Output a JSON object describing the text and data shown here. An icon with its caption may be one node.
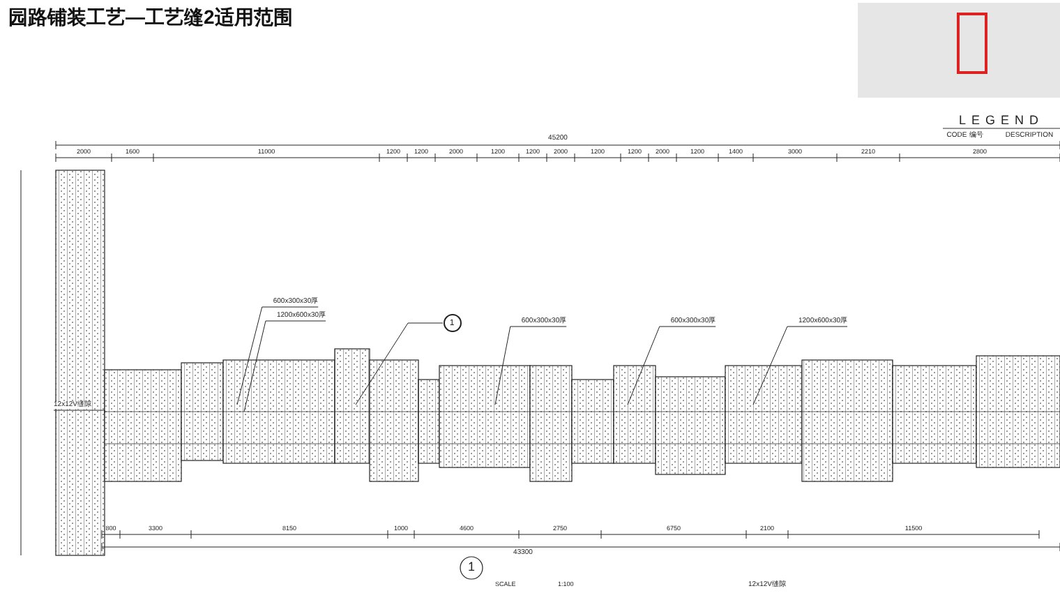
{
  "diagram": {
    "title": "园路铺装工艺—工艺缝2适用范围",
    "nodes": [
      {
        "text": [
          "600x300x30厚"
        ]
      },
      {
        "text": [
          "1200x600x30厚"
        ]
      },
      {
        "text": [
          "1"
        ]
      },
      {
        "text": [
          "600x300x30厚"
        ]
      },
      {
        "text": [
          "600x300x30厚"
        ]
      },
      {
        "text": [
          "1200x600x30厚"
        ]
      },
      {
        "text": [
          "12x12V缝隙"
        ]
      }
    ],
    "edges": [
      {
        "from": 0,
        "to": null,
        "arrow": "none"
      },
      {
        "from": 1,
        "to": null,
        "arrow": "none"
      },
      {
        "from": 2,
        "to": null,
        "arrow": "none"
      },
      {
        "from": 3,
        "to": null,
        "arrow": "none"
      },
      {
        "from": 4,
        "to": null,
        "arrow": "none"
      },
      {
        "from": 5,
        "to": null,
        "arrow": "none"
      },
      {
        "from": 6,
        "to": null,
        "arrow": "none"
      }
    ],
    "labels": [
      "LEGEND",
      "CODE",
      "编号",
      "DESCRIPTION",
      "45200",
      "2000",
      "1600",
      "11000",
      "1200",
      "1200",
      "2000",
      "1200",
      "1200",
      "2000",
      "1200",
      "1200",
      "2000",
      "1200",
      "1400",
      "3000",
      "2210",
      "2800",
      "800",
      "3300",
      "8150",
      "1000",
      "4600",
      "2750",
      "6750",
      "2100",
      "11500",
      "43300",
      "1",
      "SCALE",
      "1:100",
      "12x12V缝隙"
    ]
  }
}
